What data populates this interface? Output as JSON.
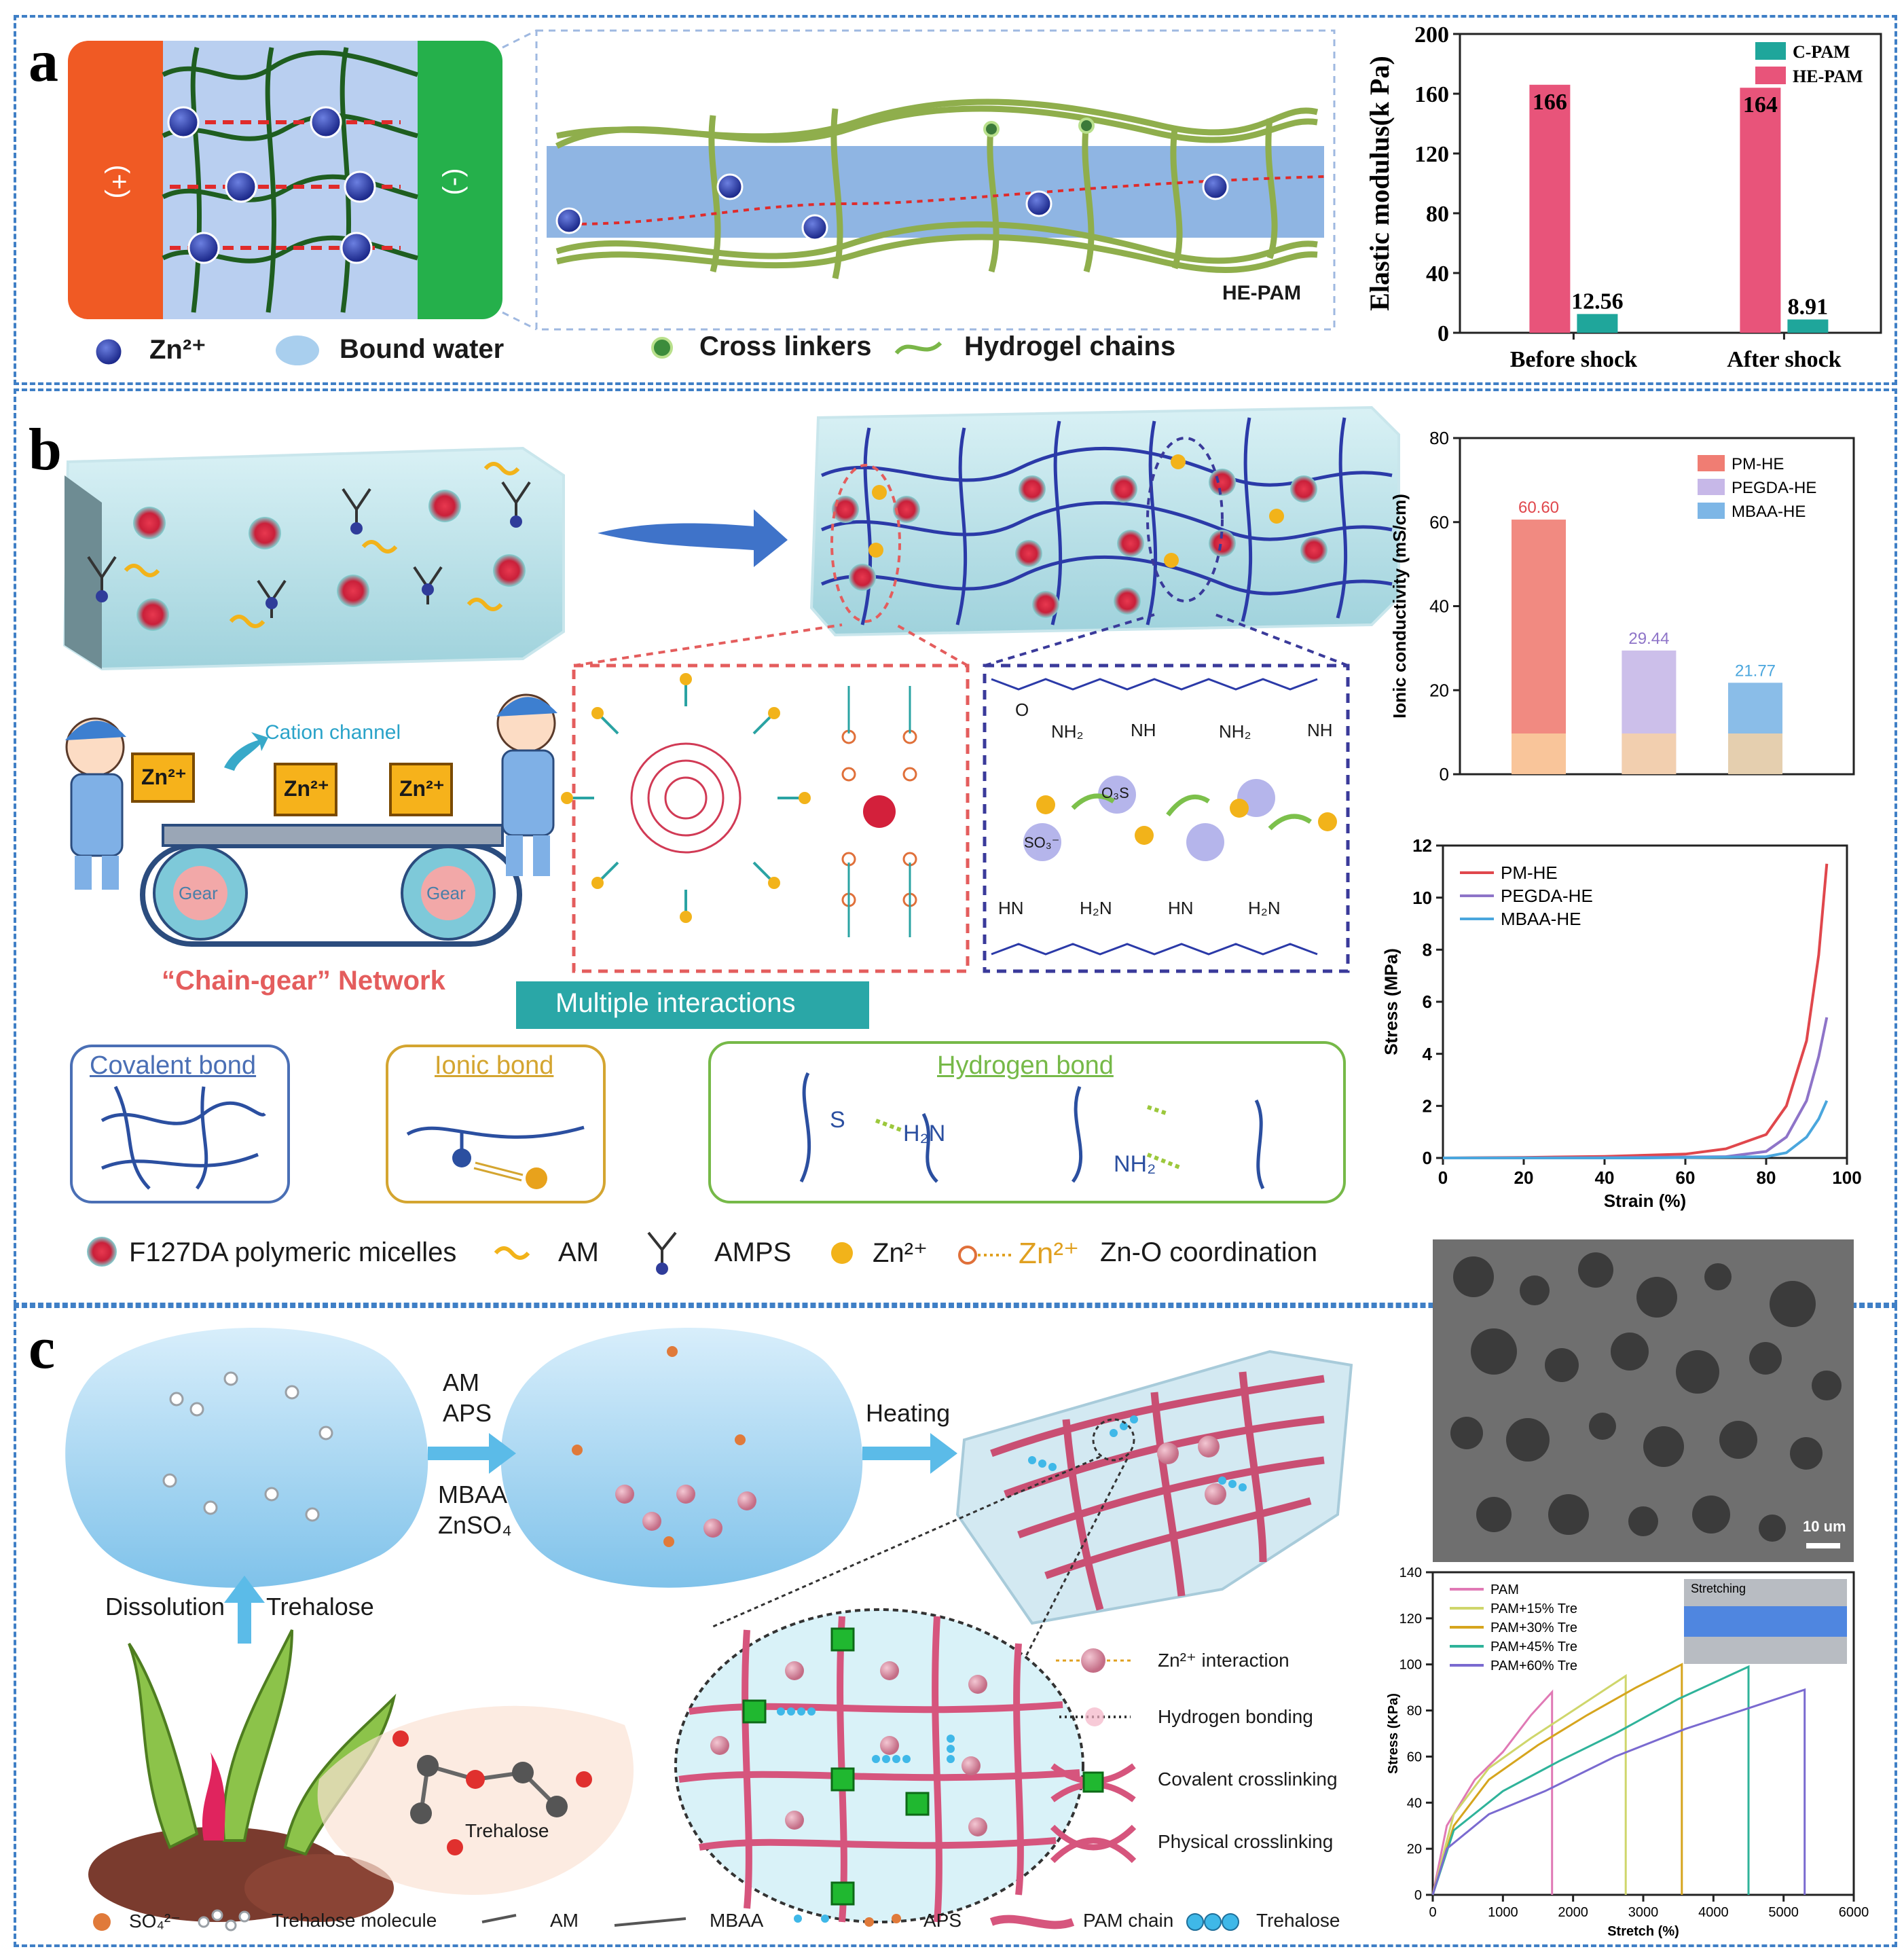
{
  "panels": {
    "a": {
      "label": "a",
      "left_plus": "(+)",
      "right_minus": "(-)",
      "detail_label": "HE-PAM",
      "legend": [
        "Zn²⁺",
        "Bound water",
        "Cross linkers",
        "Hydrogel chains"
      ]
    },
    "b": {
      "label": "b",
      "cation_channel": "Cation channel",
      "zn_box": "Zn²⁺",
      "gear": "Gear",
      "network_caption": "“Chain-gear” Network",
      "multiple_interactions": "Multiple interactions",
      "bond_titles": [
        "Covalent bond",
        "Ionic bond",
        "Hydrogen bond"
      ],
      "legend": [
        "F127DA polymeric micelles",
        "AM",
        "AMPS",
        "Zn²⁺",
        "Zn²⁺",
        "Zn-O coordination"
      ],
      "chem": {
        "o": "O",
        "nh2": "NH₂",
        "nh": "NH",
        "h2n": "H₂N",
        "hn": "HN",
        "so3": "SO₃⁻",
        "o3s": "O₃S",
        "s": "S",
        "h2n_b": "H₂N",
        "nh2_b": "NH₂"
      }
    },
    "c": {
      "label": "c",
      "step1": [
        "AM",
        "APS",
        "MBAA",
        "ZnSO₄"
      ],
      "step2": "Heating",
      "dissolution": "Dissolution",
      "trehalose": "Trehalose",
      "trehalose_mol_label": "Trehalose",
      "interactions": [
        "Zn²⁺ interaction",
        "Hydrogen bonding",
        "Covalent crosslinking",
        "Physical crosslinking"
      ],
      "legend": [
        "SO₄²⁻",
        "Trehalose molecule",
        "AM",
        "MBAA",
        "APS",
        "PAM chain",
        "Trehalose"
      ],
      "sem_scale": "10 um"
    }
  },
  "chart_data": [
    {
      "type": "bar",
      "categories": [
        "Before shock",
        "After shock"
      ],
      "series": [
        {
          "name": "C-PAM",
          "values": [
            12.56,
            8.91
          ],
          "color": "#1fa69b"
        },
        {
          "name": "HE-PAM",
          "values": [
            166,
            164
          ],
          "color": "#e8547a"
        }
      ],
      "data_labels": [
        "166",
        "12.56",
        "164",
        "8.91"
      ],
      "ylabel": "Elastic modulus(k Pa)",
      "ylim": [
        0,
        200
      ],
      "yticks": [
        "0",
        "40",
        "80",
        "120",
        "160",
        "200"
      ],
      "legend_position": "top-right"
    },
    {
      "type": "bar",
      "categories": [
        "PM-HE",
        "PEGDA-HE",
        "MBAA-HE"
      ],
      "values": [
        60.6,
        29.44,
        21.77
      ],
      "data_labels": [
        "60.60",
        "29.44",
        "21.77"
      ],
      "series_names": [
        "PM-HE",
        "PEGDA-HE",
        "MBAA-HE"
      ],
      "colors": [
        "#f07d73",
        "#c7b8e8",
        "#7db6e6"
      ],
      "ylabel": "Ionic conductivity (mS/cm)",
      "ylim": [
        0,
        80
      ],
      "yticks": [
        "0",
        "20",
        "40",
        "60",
        "80"
      ],
      "legend_position": "top-right"
    },
    {
      "type": "line",
      "series": [
        {
          "name": "PM-HE",
          "color": "#e0474c",
          "x": [
            0,
            20,
            40,
            60,
            70,
            80,
            85,
            90,
            93,
            95
          ],
          "y": [
            0,
            0.02,
            0.06,
            0.15,
            0.35,
            0.9,
            2.0,
            4.5,
            7.8,
            11.3
          ]
        },
        {
          "name": "PEGDA-HE",
          "color": "#8e74c8",
          "x": [
            0,
            40,
            70,
            80,
            85,
            90,
            93,
            95
          ],
          "y": [
            0,
            0.01,
            0.05,
            0.25,
            0.8,
            2.2,
            3.9,
            5.4
          ]
        },
        {
          "name": "MBAA-HE",
          "color": "#4aa6dd",
          "x": [
            0,
            50,
            80,
            85,
            90,
            93,
            95
          ],
          "y": [
            0,
            0,
            0.05,
            0.2,
            0.8,
            1.5,
            2.2
          ]
        }
      ],
      "xlabel": "Strain (%)",
      "ylabel": "Stress (MPa)",
      "xlim": [
        0,
        100
      ],
      "ylim": [
        0,
        12
      ],
      "xticks": [
        "0",
        "20",
        "40",
        "60",
        "80",
        "100"
      ],
      "yticks": [
        "0",
        "2",
        "4",
        "6",
        "8",
        "10",
        "12"
      ],
      "legend_position": "top-left"
    },
    {
      "type": "line",
      "series": [
        {
          "name": "PAM",
          "color": "#e079b5",
          "x": [
            0,
            200,
            600,
            1000,
            1400,
            1700,
            1700
          ],
          "y": [
            0,
            30,
            50,
            62,
            78,
            88,
            0
          ]
        },
        {
          "name": "PAM+15% Tre",
          "color": "#cfd66b",
          "x": [
            0,
            300,
            800,
            1400,
            2000,
            2500,
            2750,
            2750
          ],
          "y": [
            0,
            35,
            55,
            68,
            80,
            90,
            95,
            0
          ]
        },
        {
          "name": "PAM+30% Tre",
          "color": "#d6a51e",
          "x": [
            0,
            300,
            800,
            1500,
            2200,
            2900,
            3550,
            3550
          ],
          "y": [
            0,
            30,
            50,
            65,
            78,
            90,
            100,
            0
          ]
        },
        {
          "name": "PAM+45% Tre",
          "color": "#2fb39a",
          "x": [
            0,
            300,
            1000,
            1800,
            2600,
            3500,
            4500,
            4500
          ],
          "y": [
            0,
            28,
            45,
            58,
            70,
            85,
            99,
            0
          ]
        },
        {
          "name": "PAM+60% Tre",
          "color": "#7a6ad0",
          "x": [
            0,
            200,
            800,
            1600,
            2600,
            3600,
            4600,
            5300,
            5300
          ],
          "y": [
            0,
            20,
            35,
            45,
            60,
            72,
            82,
            89,
            0
          ]
        }
      ],
      "inset_label": "Stretching",
      "xlabel": "Stretch (%)",
      "ylabel": "Stress (KPa)",
      "xlim": [
        0,
        6000
      ],
      "ylim": [
        0,
        140
      ],
      "xticks": [
        "0",
        "1000",
        "2000",
        "3000",
        "4000",
        "5000",
        "6000"
      ],
      "yticks": [
        "0",
        "20",
        "40",
        "60",
        "80",
        "100",
        "120",
        "140"
      ],
      "legend_position": "top-left"
    }
  ]
}
